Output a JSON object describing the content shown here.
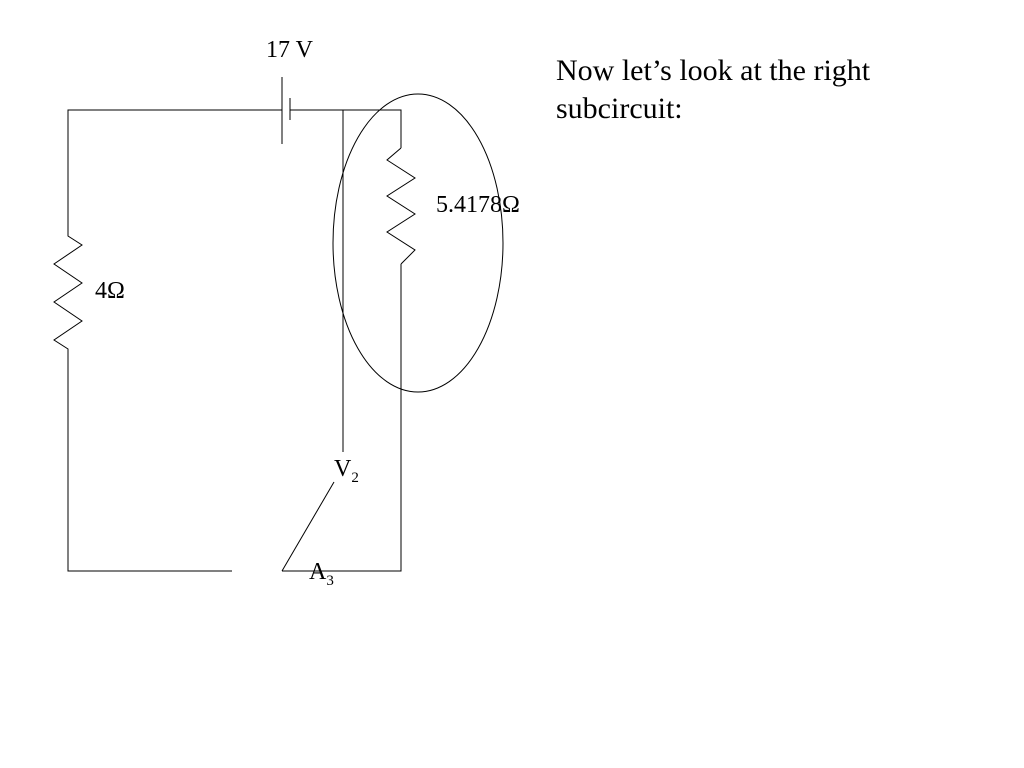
{
  "slide": {
    "heading_line1": "Now let’s look at the right",
    "heading_line2": "subcircuit:"
  },
  "circuit": {
    "battery_label": "17 V",
    "resistor_left_label": "4Ω",
    "resistor_right_label": "5.4178Ω",
    "voltmeter_letter": "V",
    "voltmeter_index": "2",
    "ammeter_letter": "A",
    "ammeter_index": "3",
    "highlight": "right subcircuit ellipse"
  }
}
